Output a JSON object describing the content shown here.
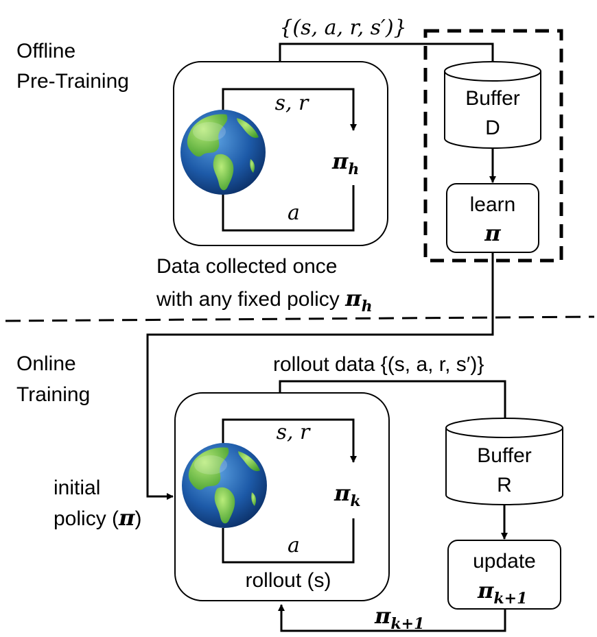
{
  "sections": {
    "offline_label_1": "Offline",
    "offline_label_2": "Pre-Training",
    "online_label_1": "Online",
    "online_label_2": "Training"
  },
  "offline": {
    "transition_set": "{(s, a, r, s′)}",
    "loop_top": "s, r",
    "loop_bottom": "a",
    "policy": "π",
    "policy_sub": "h",
    "buffer_line1": "Buffer",
    "buffer_line2": "D",
    "learn_line1": "learn",
    "learn_line2": "π",
    "caption_line1": "Data collected once",
    "caption_line2": "with any fixed policy ",
    "caption_policy": "π",
    "caption_policy_sub": "h"
  },
  "online": {
    "rollout_data": "rollout data {(s, a, r, s′)}",
    "loop_top": "s, r",
    "loop_bottom": "a",
    "policy": "π",
    "policy_sub": "k",
    "rollout_label": "rollout (s)",
    "buffer_line1": "Buffer",
    "buffer_line2": "R",
    "update_line1": "update",
    "update_policy": "π",
    "update_policy_sub": "k+1",
    "feedback_policy": "π",
    "feedback_policy_sub": "k+1",
    "initial_line1": "initial",
    "initial_line2": "policy (",
    "initial_policy": "π",
    "initial_close": ")"
  },
  "icons": [
    "globe-icon"
  ]
}
